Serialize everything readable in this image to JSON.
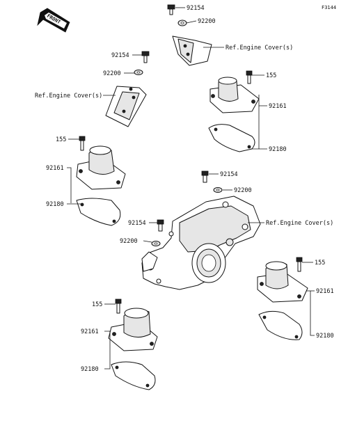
{
  "figure_id": "F3144",
  "front_label": "FRONT",
  "parts": {
    "bolt": "92154",
    "washer": "92200",
    "stud_bolt": "155",
    "mount": "92161",
    "plate": "92180",
    "engine_cover_ref": "Ref.Engine Cover(s)"
  },
  "callouts": [
    {
      "id": "top-right-bolt",
      "part": "bolt"
    },
    {
      "id": "top-right-washer",
      "part": "washer"
    },
    {
      "id": "top-right-ref",
      "part": "engine_cover_ref"
    },
    {
      "id": "top-right-stud",
      "part": "stud_bolt"
    },
    {
      "id": "top-right-mount",
      "part": "mount"
    },
    {
      "id": "top-right-plate",
      "part": "plate"
    },
    {
      "id": "top-left-bolt",
      "part": "bolt"
    },
    {
      "id": "top-left-washer",
      "part": "washer"
    },
    {
      "id": "top-left-ref",
      "part": "engine_cover_ref"
    },
    {
      "id": "top-left-stud",
      "part": "stud_bolt"
    },
    {
      "id": "top-left-mount",
      "part": "mount"
    },
    {
      "id": "top-left-plate",
      "part": "plate"
    },
    {
      "id": "center-bolt",
      "part": "bolt"
    },
    {
      "id": "center-washer",
      "part": "washer"
    },
    {
      "id": "center-ref",
      "part": "engine_cover_ref"
    },
    {
      "id": "left-bolt",
      "part": "bolt"
    },
    {
      "id": "left-washer",
      "part": "washer"
    },
    {
      "id": "bottom-right-stud",
      "part": "stud_bolt"
    },
    {
      "id": "bottom-right-mount",
      "part": "mount"
    },
    {
      "id": "bottom-right-plate",
      "part": "plate"
    },
    {
      "id": "bottom-left-stud",
      "part": "stud_bolt"
    },
    {
      "id": "bottom-left-mount",
      "part": "mount"
    },
    {
      "id": "bottom-left-plate",
      "part": "plate"
    }
  ]
}
